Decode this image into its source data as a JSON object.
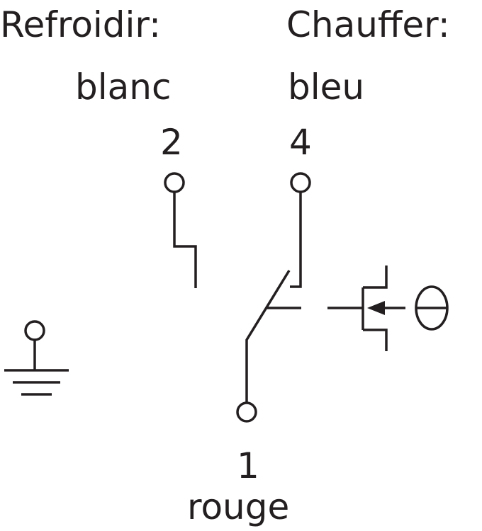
{
  "labels": {
    "cool_heading": "Refroidir:",
    "cool_color": "blanc",
    "heat_heading": "Chauffer:",
    "heat_color": "bleu",
    "terminal_2": "2",
    "terminal_4": "4",
    "terminal_1": "1",
    "common_color": "rouge"
  },
  "symbols": {
    "ground": "ground-icon",
    "temperature": "theta-icon",
    "actuator": "thermal-actuator-icon"
  },
  "colors": {
    "line": "#231f20",
    "background": "#ffffff"
  }
}
